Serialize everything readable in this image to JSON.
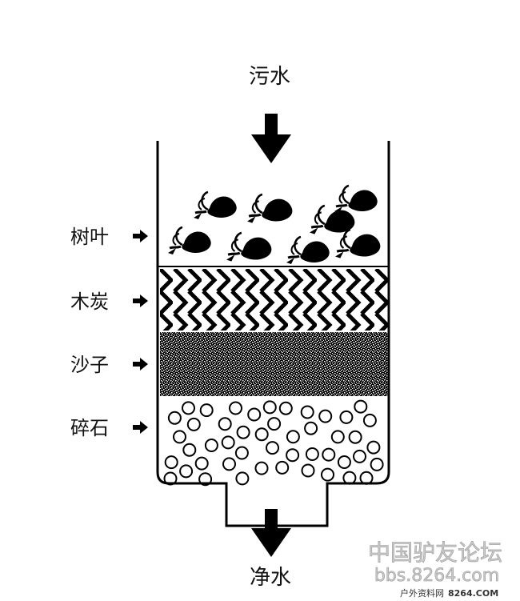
{
  "labels": {
    "inlet": "污水",
    "outlet": "净水"
  },
  "layers": [
    {
      "key": "leaves",
      "label": "树叶"
    },
    {
      "key": "charcoal",
      "label": "木炭"
    },
    {
      "key": "sand",
      "label": "沙子"
    },
    {
      "key": "gravel",
      "label": "碎石"
    }
  ],
  "watermark": {
    "title": "中国驴友论坛",
    "url": "bbs.8264.com",
    "footer": "户外资料网",
    "footer_domain": "8264.COM"
  },
  "colors": {
    "ink": "#111111",
    "background": "#ffffff",
    "watermark": "#c9c9c9"
  },
  "icons": {
    "arrow": "block-arrow-down",
    "pointer": "block-arrow-right"
  }
}
